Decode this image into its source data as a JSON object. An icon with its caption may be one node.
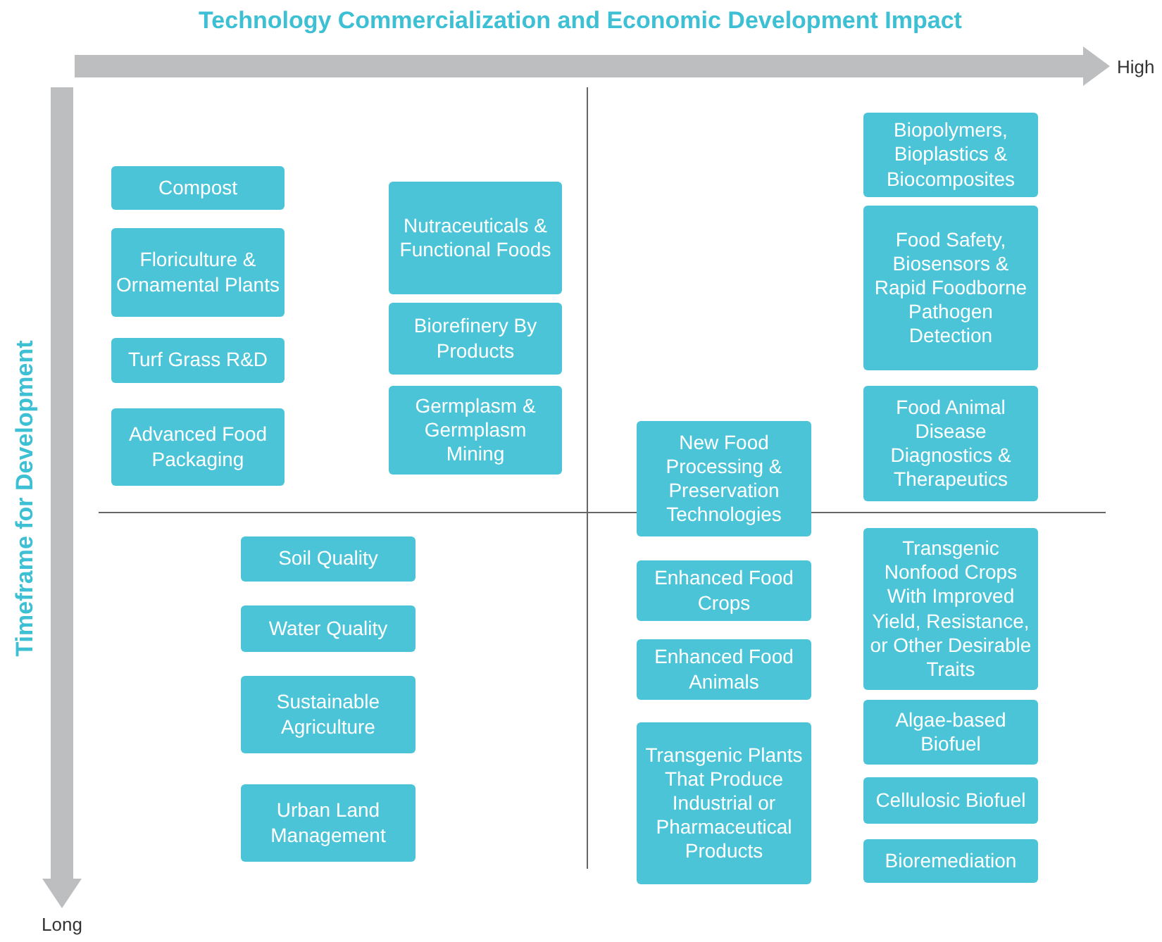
{
  "diagram": {
    "nodes": [
      {
        "text": [
          "Compost"
        ]
      },
      {
        "text": [
          "Floriculture & Ornamental Plants"
        ]
      },
      {
        "text": [
          "Turf Grass R&D"
        ]
      },
      {
        "text": [
          "Advanced Food Packaging"
        ]
      },
      {
        "text": [
          "Nutraceuticals & Functional Foods"
        ]
      },
      {
        "text": [
          "Biorefinery By Products"
        ]
      },
      {
        "text": [
          "Germplasm & Germplasm Mining"
        ]
      },
      {
        "text": [
          "Biopolymers, Bioplastics & Biocomposites"
        ]
      },
      {
        "text": [
          "Food Safety, Biosensors & Rapid Foodborne Pathogen Detection"
        ]
      },
      {
        "text": [
          "Food Animal Disease Diagnostics & Therapeutics"
        ]
      },
      {
        "text": [
          "New Food Processing & Preservation Technologies"
        ]
      },
      {
        "text": [
          "Soil Quality"
        ]
      },
      {
        "text": [
          "Water Quality"
        ]
      },
      {
        "text": [
          "Sustainable Agriculture"
        ]
      },
      {
        "text": [
          "Urban Land Management"
        ]
      },
      {
        "text": [
          "Enhanced Food Crops"
        ]
      },
      {
        "text": [
          "Enhanced Food Animals"
        ]
      },
      {
        "text": [
          "Transgenic Plants That Produce Industrial or Pharmaceutical Products"
        ]
      },
      {
        "text": [
          "Transgenic Nonfood Crops With Improved Yield, Resistance, or Other Desirable Traits"
        ]
      },
      {
        "text": [
          "Algae-based Biofuel"
        ]
      },
      {
        "text": [
          "Cellulosic Biofuel"
        ]
      },
      {
        "text": [
          "Bioremediation"
        ]
      }
    ],
    "labels": [
      "Technology Commercialization and Economic Development Impact",
      "High",
      "Timeframe for Development",
      "Long"
    ]
  }
}
